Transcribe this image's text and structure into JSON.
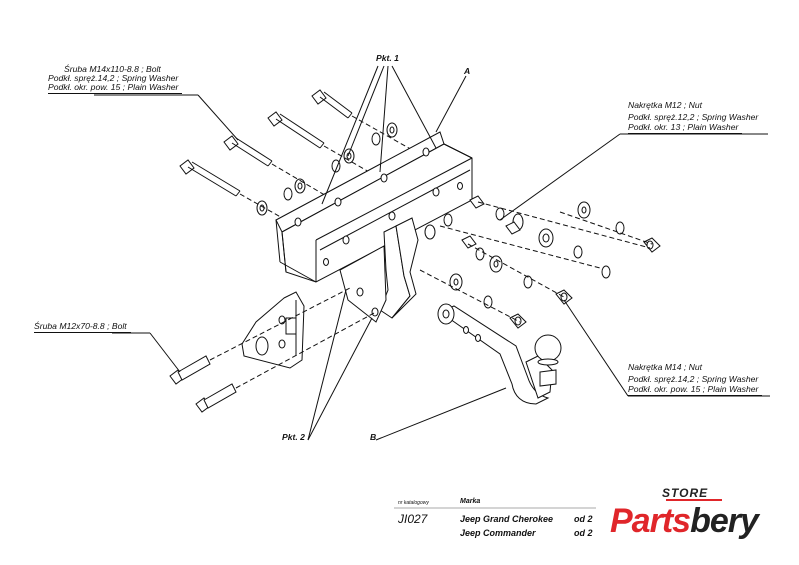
{
  "labels": {
    "bolt_m14": "Śruba M14x110-8.8 ; Bolt",
    "washer_spring_14": "Podkł. spręż.14,2 ; Spring Washer",
    "washer_plain_15": "Podkł. okr. pow. 15 ; Plain Washer",
    "pkt1": "Pkt. 1",
    "label_a": "A",
    "nut_m12": "Nakrętka M12 ; Nut",
    "spring_12": "Podkł. spręż.12,2 ; Spring Washer",
    "plain_13": "Podkł. okr. 13 ; Plain Washer",
    "bolt_m12": "Śruba M12x70-8.8 ; Bolt",
    "nut_m14": "Nakrętka M14 ; Nut",
    "spring_14_b": "Podkł. spręż.14,2 ; Spring Washer",
    "plain_15_b": "Podkł. okr. pow. 15 ; Plain Washer",
    "pkt2": "Pkt. 2",
    "label_b": "B"
  },
  "table": {
    "catalog_header": "nr katalogowy",
    "brand_header": "Marka",
    "catalog_no": "JI027",
    "make1": "Jeep Grand Cherokee",
    "make2": "Jeep Commander",
    "from1": "od 2",
    "from2": "od 2"
  },
  "logo": {
    "store": "STORE",
    "name_part1": "Parts",
    "name_part2": "bery",
    "color_red": "#e0262a",
    "color_dark": "#222222"
  }
}
